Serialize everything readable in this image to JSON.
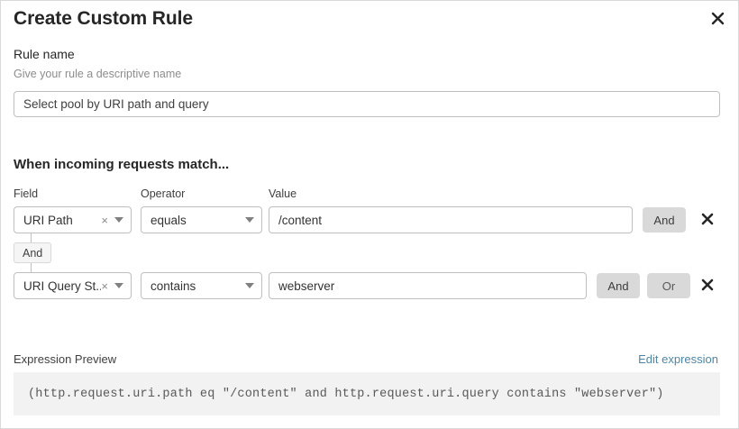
{
  "dialog": {
    "title": "Create Custom Rule",
    "close_icon": "close-icon"
  },
  "rule_name": {
    "label": "Rule name",
    "help_text": "Give your rule a descriptive name",
    "value": "Select pool by URI path and query",
    "placeholder": ""
  },
  "conditions": {
    "heading": "When incoming requests match...",
    "columns": {
      "field": "Field",
      "operator": "Operator",
      "value": "Value"
    },
    "connector": {
      "label": "And"
    },
    "rows": [
      {
        "field": "URI Path",
        "field_clear_icon": "clear-icon",
        "field_caret_icon": "chevron-down-icon",
        "operator": "equals",
        "operator_caret_icon": "chevron-down-icon",
        "value": "/content",
        "logic_buttons": [
          "And"
        ],
        "delete_icon": "close-icon"
      },
      {
        "field": "URI Query St...",
        "field_clear_icon": "clear-icon",
        "field_caret_icon": "chevron-down-icon",
        "operator": "contains",
        "operator_caret_icon": "chevron-down-icon",
        "value": "webserver",
        "logic_buttons": [
          "And",
          "Or"
        ],
        "delete_icon": "close-icon"
      }
    ]
  },
  "expression_preview": {
    "label": "Expression Preview",
    "edit_link": "Edit expression",
    "expression": "(http.request.uri.path eq \"/content\" and http.request.uri.query contains \"webserver\")"
  },
  "colors": {
    "link": "#4e86a8",
    "logic_button_bg": "#d9d9d9",
    "expression_bg": "#f2f2f2",
    "border": "#bfbfbf"
  }
}
